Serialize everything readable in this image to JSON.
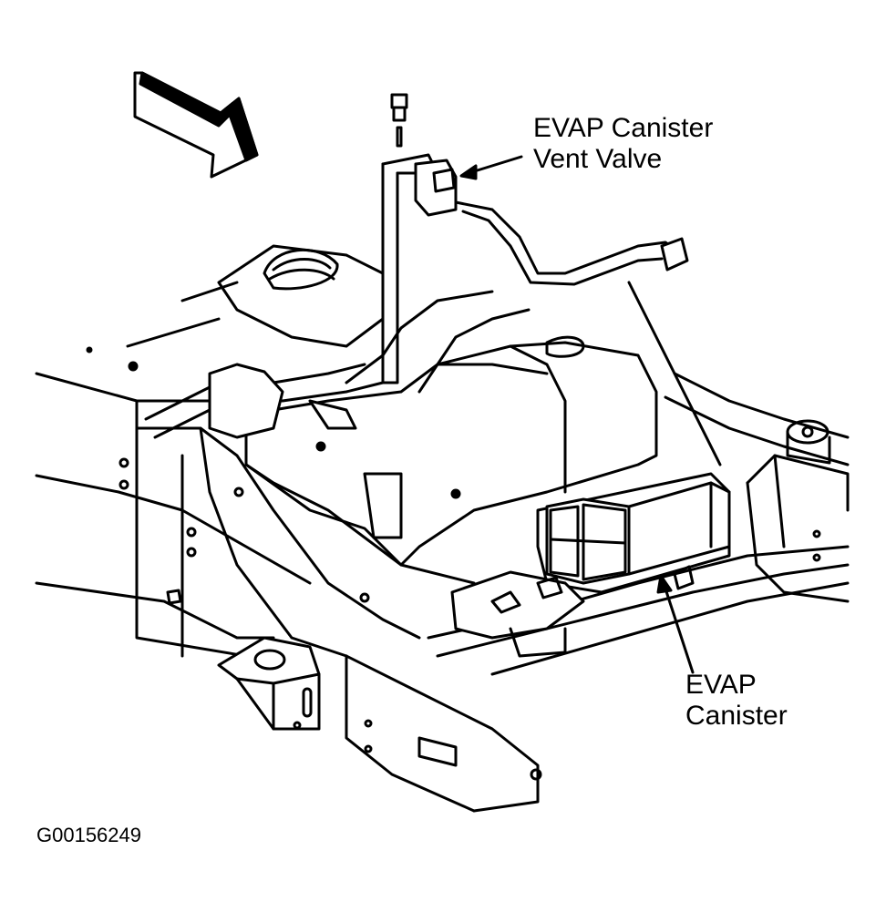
{
  "labels": {
    "vent_valve_line1": "EVAP Canister",
    "vent_valve_line2": "Vent Valve",
    "canister_line1": "EVAP",
    "canister_line2": "Canister"
  },
  "figure_code": "G00156249",
  "colors": {
    "ink": "#000000",
    "paper": "#ffffff"
  },
  "icons": {
    "direction_arrow": "front-direction-arrow-icon"
  }
}
